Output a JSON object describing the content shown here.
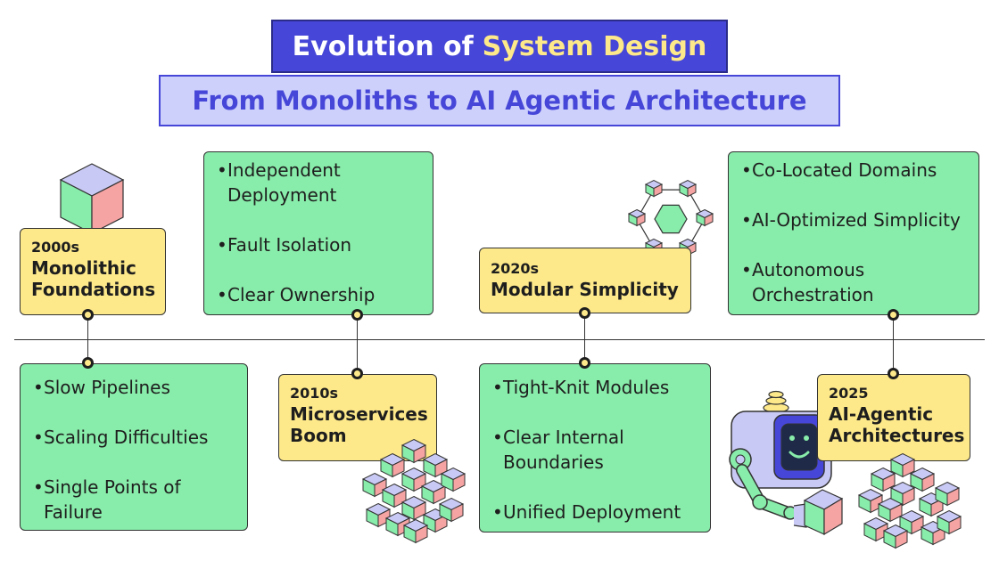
{
  "header": {
    "title_prefix": "Evolution of",
    "title_highlight": "System Design",
    "subtitle": "From Monoliths to AI Agentic Architecture"
  },
  "eras": [
    {
      "year": "2000s",
      "name_line1": "Monolithic",
      "name_line2": "Foundations",
      "bullets": [
        {
          "line1": "Slow Pipelines",
          "line2": ""
        },
        {
          "line1": "Scaling Difficulties",
          "line2": ""
        },
        {
          "line1": "Single Points of",
          "line2": "Failure"
        }
      ]
    },
    {
      "year": "2010s",
      "name_line1": "Microservices",
      "name_line2": "Boom",
      "bullets": [
        {
          "line1": "Independent",
          "line2": "Deployment"
        },
        {
          "line1": "Fault Isolation",
          "line2": ""
        },
        {
          "line1": "Clear Ownership",
          "line2": ""
        }
      ]
    },
    {
      "year": "2020s",
      "name_line1": "Modular Simplicity",
      "name_line2": "",
      "bullets": [
        {
          "line1": "Tight-Knit Modules",
          "line2": ""
        },
        {
          "line1": "Clear Internal",
          "line2": "Boundaries"
        },
        {
          "line1": "Unified Deployment",
          "line2": ""
        }
      ]
    },
    {
      "year": "2025",
      "name_line1": "AI-Agentic",
      "name_line2": "Architectures",
      "bullets": [
        {
          "line1": "Co-Located Domains",
          "line2": ""
        },
        {
          "line1": "AI-Optimized Simplicity",
          "line2": ""
        },
        {
          "line1": "Autonomous",
          "line2": "Orchestration"
        }
      ]
    }
  ],
  "colors": {
    "title_bg": "#4646d8",
    "title_highlight": "#fde98a",
    "subtitle_bg": "#cdd0fb",
    "card_green": "#88ecaa",
    "card_yellow": "#fde98a",
    "cube_top": "#c9c9f5",
    "cube_left": "#88ecaa",
    "cube_right": "#f5a3a3"
  },
  "icons": [
    "cube-icon",
    "hexagon-network-icon",
    "cube-cluster-icon",
    "robot-icon"
  ]
}
